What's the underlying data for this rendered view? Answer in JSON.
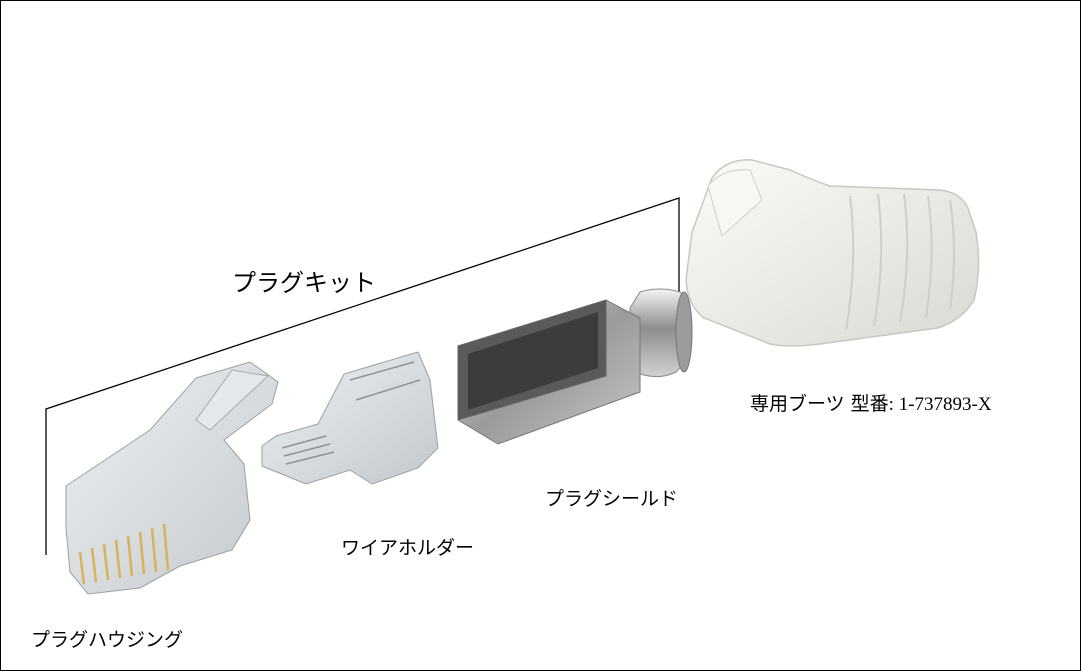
{
  "labels": {
    "kit": "プラグキット",
    "housing": "プラグハウジング",
    "wire_holder": "ワイアホルダー",
    "shield": "プラグシールド",
    "boot_name": "専用ブーツ",
    "boot_model": "型番: 1-737893-X"
  },
  "colors": {
    "line": "#000000",
    "boot": "#eeeeea",
    "metal": "#b8b8b8",
    "clear_plastic": "#d9dde0",
    "contacts": "#d6b25a"
  }
}
